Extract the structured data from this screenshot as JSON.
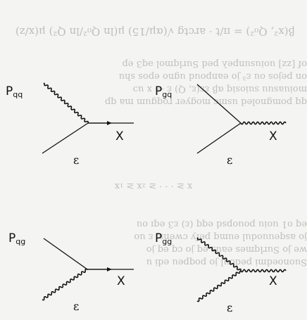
{
  "diagrams": [
    {
      "label_main": "P",
      "label_sub": "qq",
      "outgoing": "X",
      "incoming": "ε"
    },
    {
      "label_main": "P",
      "label_sub": "gq",
      "outgoing": "X",
      "incoming": "ε"
    },
    {
      "label_main": "P",
      "label_sub": "qg",
      "outgoing": "X",
      "incoming": "ε"
    },
    {
      "label_main": "P",
      "label_sub": "gg",
      "outgoing": "X",
      "incoming": "ε"
    }
  ],
  "bleed_through": {
    "equation": "β(x², Q₀²) = π/t · arctg  √(αμ/15) μ(ln Q₀²/ln Q²) μ(x/z)",
    "lines_top": [
      "qq pomgnoled usmc mogyer roqgum ma qp",
      "moiuasuu suiosiq αβ  εε(ε, Q) ε — x uɔ",
      "on pejos ou ε³ jo eanpoud ugno epos shu",
      "of [zz] uoiusunpeλ ped Surlqmol əq3 ep"
    ],
    "center_formula": "x  ≥  ·  ·  ·  ≥  ₂x  ≥  ₁x",
    "lines_bottom": [
      "Suonoedmi pedoul jo poqpeu edi u",
      "we jo Surlqmes eaus eq jo cq eq jo",
      "jo asqeuuodul eumq pefy cwens, ε uo",
      "eq o1 uoiu pouopsd eqq (ε) ε3 eqɪ ou"
    ]
  }
}
